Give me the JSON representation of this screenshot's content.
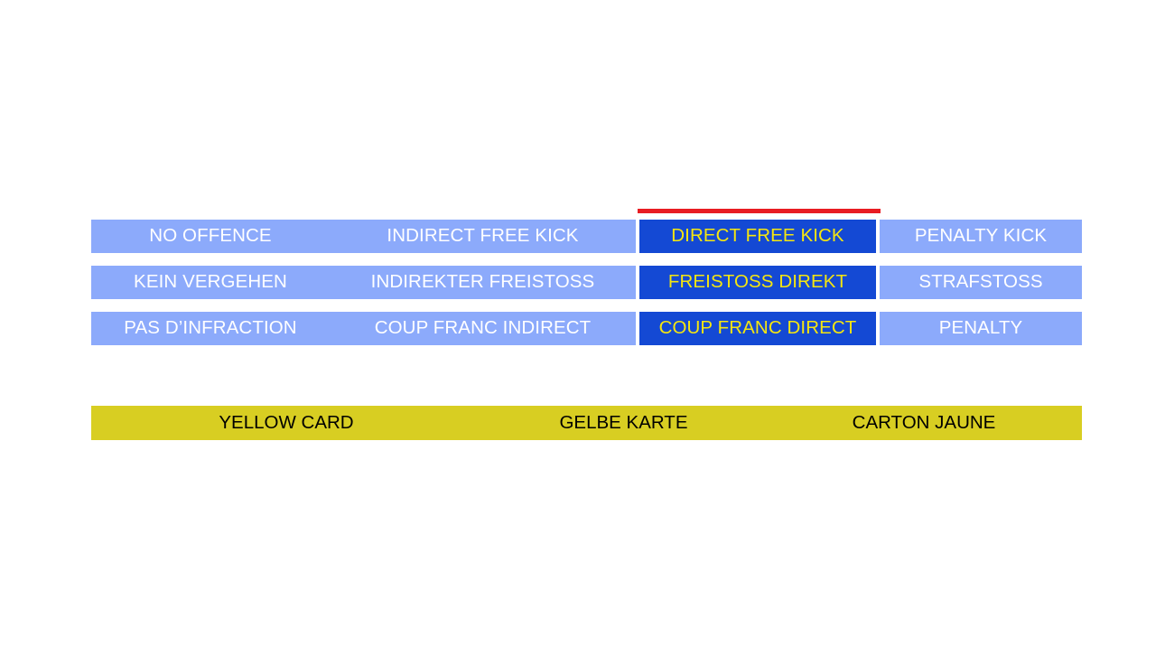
{
  "colors": {
    "light_blue": "#8CAAFB",
    "highlight_blue": "#1449D4",
    "highlight_text": "#F5E60F",
    "red_marker": "#E81C23",
    "yellow_card": "#D8CE22",
    "light_text": "#FFFFFF",
    "yellow_card_text": "#000000",
    "background": "#FFFFFF"
  },
  "decision_table": {
    "columns": [
      "no-offence",
      "indirect-free-kick",
      "direct-free-kick",
      "penalty-kick"
    ],
    "highlighted_column": "direct-free-kick",
    "marker": {
      "name": "red-marker",
      "color": "#E81C23"
    },
    "rows": [
      {
        "language": "en",
        "cells": [
          {
            "key": "no-offence",
            "label": "NO OFFENCE",
            "state": "normal"
          },
          {
            "key": "indirect-free-kick",
            "label": "INDIRECT FREE KICK",
            "state": "normal"
          },
          {
            "key": "direct-free-kick",
            "label": "DIRECT FREE KICK",
            "state": "highlighted"
          },
          {
            "key": "penalty-kick",
            "label": "PENALTY KICK",
            "state": "normal"
          }
        ]
      },
      {
        "language": "de",
        "cells": [
          {
            "key": "no-offence",
            "label": "KEIN VERGEHEN",
            "state": "normal"
          },
          {
            "key": "indirect-free-kick",
            "label": "INDIREKTER FREISTOSS",
            "state": "normal"
          },
          {
            "key": "direct-free-kick",
            "label": "FREISTOSS DIREKT",
            "state": "highlighted"
          },
          {
            "key": "penalty-kick",
            "label": "STRAFSTOSS",
            "state": "normal"
          }
        ]
      },
      {
        "language": "fr",
        "cells": [
          {
            "key": "no-offence",
            "label": "PAS D’INFRACTION",
            "state": "normal"
          },
          {
            "key": "indirect-free-kick",
            "label": "COUP FRANC INDIRECT",
            "state": "normal"
          },
          {
            "key": "direct-free-kick",
            "label": "COUP FRANC DIRECT",
            "state": "highlighted"
          },
          {
            "key": "penalty-kick",
            "label": "PENALTY",
            "state": "normal"
          }
        ]
      }
    ]
  },
  "yellow_card_bar": {
    "name": "yellow-card-bar",
    "labels": {
      "en": "YELLOW CARD",
      "de": "GELBE KARTE",
      "fr": "CARTON JAUNE"
    }
  }
}
